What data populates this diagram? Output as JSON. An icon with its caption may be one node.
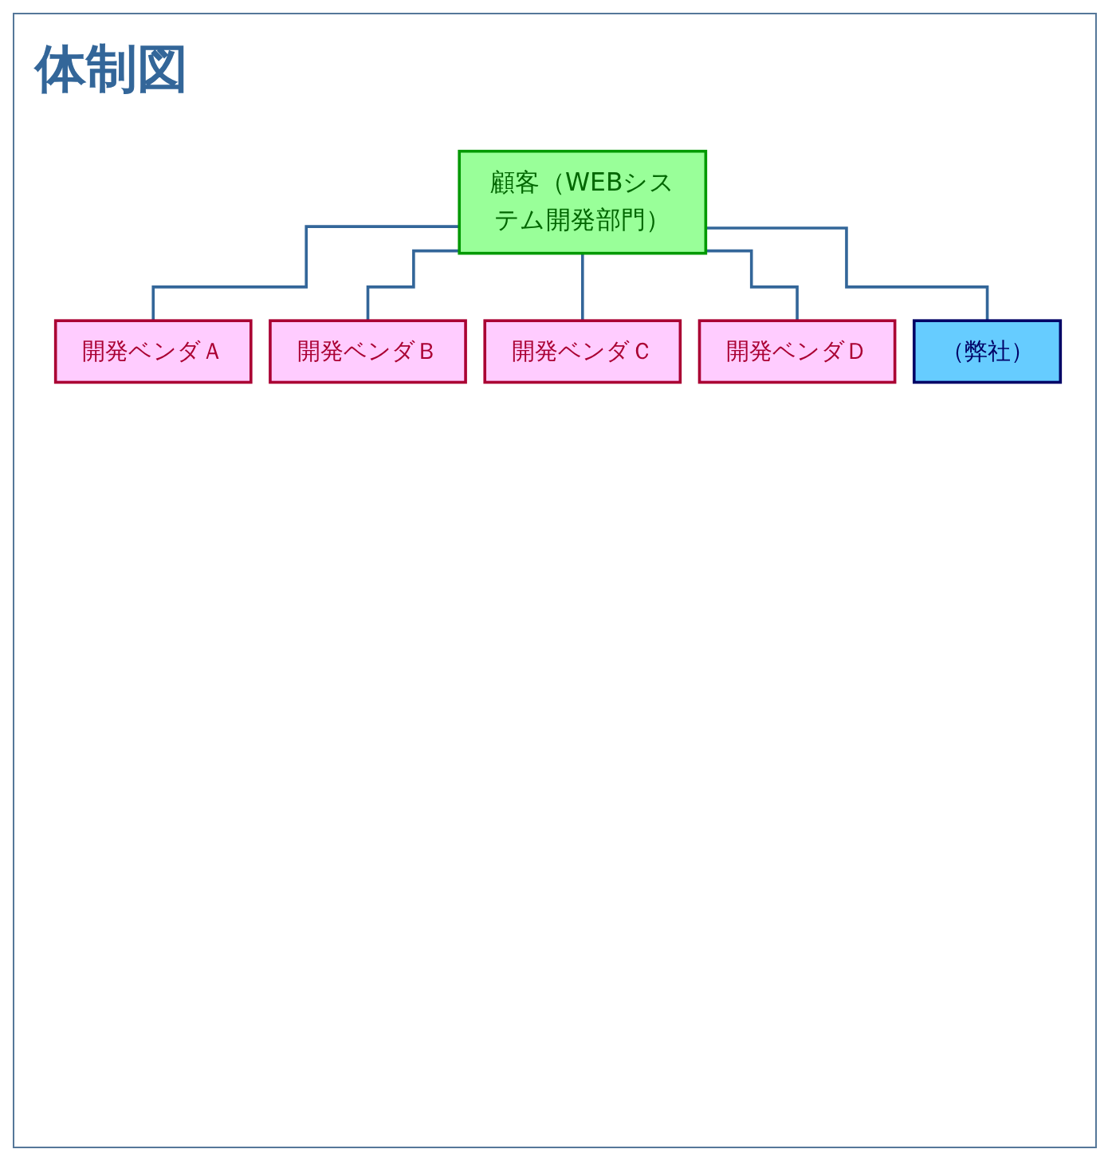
{
  "diagram": {
    "title": "体制図",
    "nodes": [
      {
        "text": [
          "顧客（WEBシステム開発部門）"
        ]
      },
      {
        "text": [
          "開発ベンダＡ"
        ]
      },
      {
        "text": [
          "開発ベンダＢ"
        ]
      },
      {
        "text": [
          "開発ベンダＣ"
        ]
      },
      {
        "text": [
          "開発ベンダＤ"
        ]
      },
      {
        "text": [
          "（弊社）"
        ]
      }
    ],
    "edges": [
      {
        "from": 0,
        "to": 1,
        "arrow": "none"
      },
      {
        "from": 0,
        "to": 2,
        "arrow": "none"
      },
      {
        "from": 0,
        "to": 3,
        "arrow": "none"
      },
      {
        "from": 0,
        "to": 4,
        "arrow": "none"
      },
      {
        "from": 0,
        "to": 5,
        "arrow": "none"
      }
    ]
  }
}
